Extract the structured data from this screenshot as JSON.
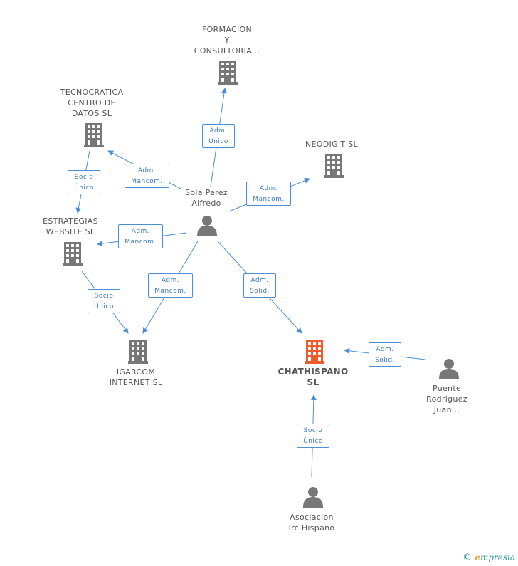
{
  "colors": {
    "edge": "#4a8fd6",
    "building": "#777777",
    "highlight": "#f15a2b",
    "person": "#777777"
  },
  "nodes": {
    "formacion": [
      "FORMACION",
      "Y",
      "CONSULTORIA..."
    ],
    "tecnocratica": [
      "TECNOCRATICA",
      "CENTRO DE",
      "DATOS SL"
    ],
    "neodigit": [
      "NEODIGIT SL"
    ],
    "estrategias": [
      "ESTRATEGIAS",
      "WEBSITE SL"
    ],
    "sola": [
      "Sola Perez",
      "Alfredo"
    ],
    "igarcom": [
      "IGARCOM",
      "INTERNET SL"
    ],
    "chathispano": [
      "CHATHISPANO",
      "SL"
    ],
    "puente": [
      "Puente",
      "Rodriguez",
      "Juan..."
    ],
    "asociacion": [
      "Asociacion",
      "Irc Hispano"
    ]
  },
  "edges": {
    "sola_formacion": [
      "Adm.",
      "Unico"
    ],
    "tecno_estrategias": [
      "Socio",
      "Único"
    ],
    "sola_tecnocratica": [
      "Adm.",
      "Mancom."
    ],
    "sola_neodigit": [
      "Adm.",
      "Mancom."
    ],
    "sola_estrategias": [
      "Adm.",
      "Mancom."
    ],
    "estrategias_igarcom": [
      "Socio",
      "Único"
    ],
    "sola_igarcom": [
      "Adm.",
      "Mancom."
    ],
    "sola_chathispano": [
      "Adm.",
      "Solid."
    ],
    "puente_chathispano": [
      "Adm.",
      "Solid."
    ],
    "asociacion_chathispano": [
      "Socio",
      "Único"
    ]
  },
  "footer": {
    "copyright": "©",
    "brand_first": "e",
    "brand_rest": "mpresia"
  }
}
